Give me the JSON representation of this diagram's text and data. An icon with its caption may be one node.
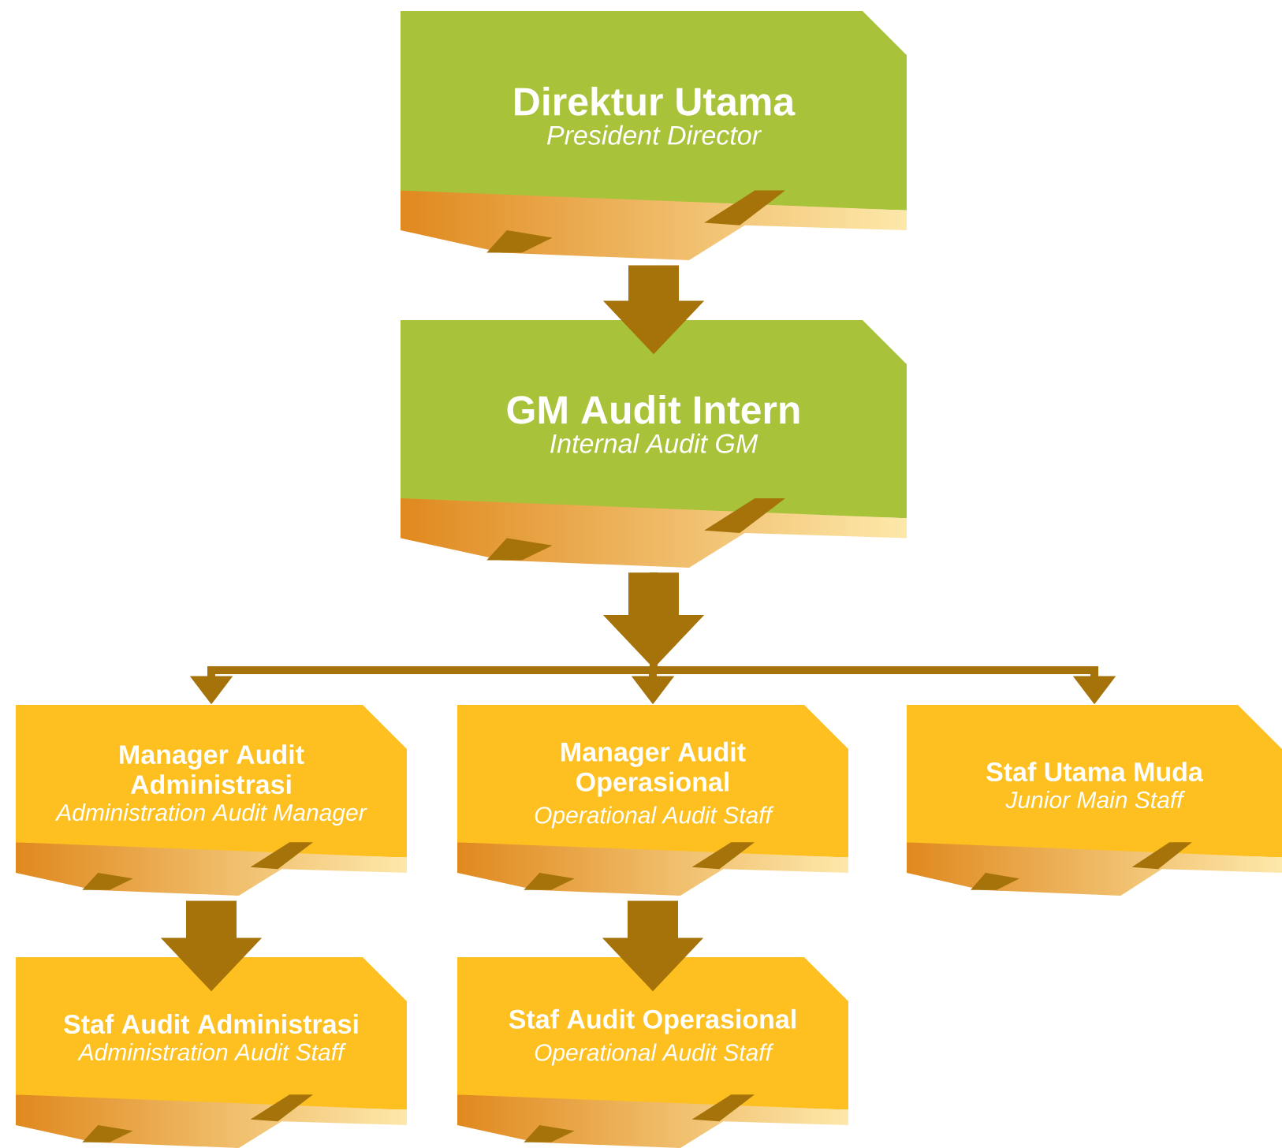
{
  "diagram": {
    "nodes": [
      {
        "text": [
          "Direktur Utama",
          "President Director"
        ]
      },
      {
        "text": [
          "GM Audit Intern",
          "Internal Audit GM"
        ]
      },
      {
        "text": [
          "Manager Audit Administrasi",
          "Administration Audit Manager"
        ]
      },
      {
        "text": [
          "Manager Audit Operasional",
          "Operational Audit Staff"
        ]
      },
      {
        "text": [
          "Staf Utama Muda",
          "Junior Main Staff"
        ]
      },
      {
        "text": [
          "Staf Audit Administrasi",
          "Administration Audit Staff"
        ]
      },
      {
        "text": [
          "Staf Audit Operasional",
          "Operational Audit Staff"
        ]
      }
    ],
    "edges": [
      {
        "from": 0,
        "to": 1,
        "arrow": "to",
        "style": "thick"
      },
      {
        "from": 1,
        "to": 2,
        "arrow": "to"
      },
      {
        "from": 1,
        "to": 3,
        "arrow": "to"
      },
      {
        "from": 1,
        "to": 4,
        "arrow": "to"
      },
      {
        "from": 2,
        "to": 5,
        "arrow": "to",
        "style": "thick"
      },
      {
        "from": 3,
        "to": 6,
        "arrow": "to",
        "style": "thick"
      }
    ]
  }
}
